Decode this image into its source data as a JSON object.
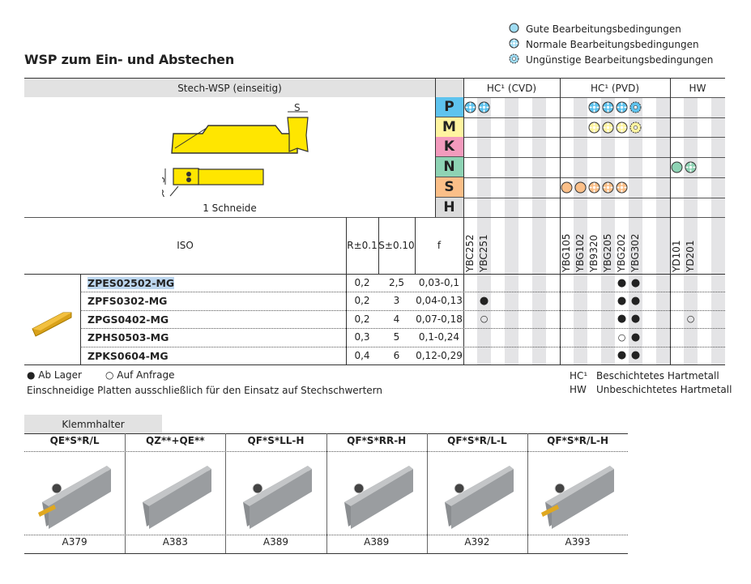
{
  "title": "WSP zum Ein- und Abstechen",
  "legend": [
    {
      "icon": "good-condition-icon",
      "label": "Gute Bearbeitungsbedingungen"
    },
    {
      "icon": "normal-condition-icon",
      "label": "Normale Bearbeitungsbedingungen"
    },
    {
      "icon": "unfavorable-condition-icon",
      "label": "Ungünstige Bearbeitungsbedingungen"
    }
  ],
  "table": {
    "insert_header": "Stech-WSP (einseitig)",
    "groups": [
      "HC¹ (CVD)",
      "HC¹ (PVD)",
      "HW"
    ],
    "diagram_S": "S",
    "diagram_R": "R",
    "diagram_caption": "1 Schneide",
    "iso_label": "ISO",
    "r_label": "R±0.1",
    "s_label": "S±0.10",
    "f_label": "f",
    "columns": [
      "YBC252",
      "YBC251",
      "",
      "",
      "",
      "",
      "",
      "YBG105",
      "YBG102",
      "YB9320",
      "YBG205",
      "YBG202",
      "YBG302",
      "",
      "",
      "YD101",
      "YD201",
      "",
      ""
    ],
    "materials": [
      {
        "code": "P",
        "color": "#5ec3ee",
        "cells": {
          "0": "normal",
          "1": "normal",
          "9": "normal",
          "10": "normal",
          "11": "normal",
          "12": "unfavorable"
        }
      },
      {
        "code": "M",
        "color": "#fff4a0",
        "cells": {
          "9": "normal",
          "10": "normal",
          "11": "normal",
          "12": "unfavorable"
        }
      },
      {
        "code": "K",
        "color": "#f39bbd",
        "cells": {}
      },
      {
        "code": "N",
        "color": "#8ed3b4",
        "cells": {
          "15": "good",
          "16": "normal"
        }
      },
      {
        "code": "S",
        "color": "#fbbf88",
        "cells": {
          "7": "good",
          "8": "good",
          "9": "normal",
          "10": "normal",
          "11": "normal"
        }
      },
      {
        "code": "H",
        "color": "#dcdcdc",
        "cells": {}
      }
    ],
    "rows": [
      {
        "name": "ZPES02502-MG",
        "r": "0,2",
        "s": "2,5",
        "f": "0,03-0,1",
        "avail": {
          "11": "stock",
          "12": "stock"
        }
      },
      {
        "name": "ZPFS0302-MG",
        "r": "0,2",
        "s": "3",
        "f": "0,04-0,13",
        "avail": {
          "1": "stock",
          "11": "stock",
          "12": "stock"
        }
      },
      {
        "name": "ZPGS0402-MG",
        "r": "0,2",
        "s": "4",
        "f": "0,07-0,18",
        "avail": {
          "1": "request",
          "11": "stock",
          "12": "stock",
          "16": "request"
        }
      },
      {
        "name": "ZPHS0503-MG",
        "r": "0,3",
        "s": "5",
        "f": "0,1-0,24",
        "avail": {
          "11": "request",
          "12": "stock"
        }
      },
      {
        "name": "ZPKS0604-MG",
        "r": "0,4",
        "s": "6",
        "f": "0,12-0,29",
        "avail": {
          "11": "stock",
          "12": "stock"
        }
      }
    ]
  },
  "notes": {
    "stock": "● Ab Lager",
    "request": "○ Auf Anfrage",
    "footnote": "Einschneidige Platten ausschließlich für den Einsatz auf Stechschwertern",
    "hc_abbr": "HC¹",
    "hc_text": "Beschichtetes Hartmetall",
    "hw_abbr": "HW",
    "hw_text": "Unbeschichtetes Hartmetall"
  },
  "holders": {
    "tab": "Klemmhalter",
    "items": [
      {
        "name": "QE*S*R/L",
        "page": "A379"
      },
      {
        "name": "QZ**+QE**",
        "page": "A383"
      },
      {
        "name": "QF*S*LL-H",
        "page": "A389"
      },
      {
        "name": "QF*S*RR-H",
        "page": "A389"
      },
      {
        "name": "QF*S*R/L-L",
        "page": "A392"
      },
      {
        "name": "QF*S*R/L-H",
        "page": "A393"
      }
    ]
  }
}
